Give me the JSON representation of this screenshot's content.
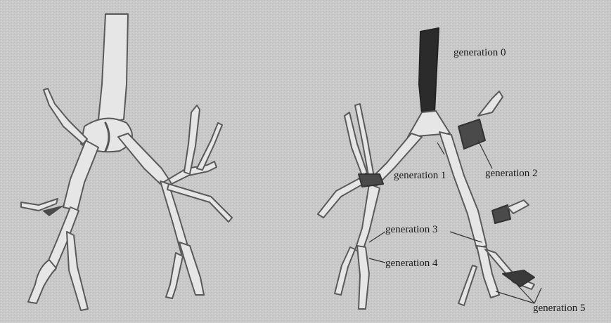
{
  "figure": {
    "labels": {
      "gen0": "generation 0",
      "gen1": "generation 1",
      "gen2": "generation 2",
      "gen3": "generation 3",
      "gen4": "generation 4",
      "gen5": "generation 5"
    },
    "colors": {
      "background": "#c9c9c9",
      "airway_fill": "#e6e6e6",
      "airway_edge": "#5a5a5a",
      "trachea_highlight": "#2b2b2b",
      "segment_dark": "#4a4a4a",
      "leader_line": "#333333"
    }
  }
}
